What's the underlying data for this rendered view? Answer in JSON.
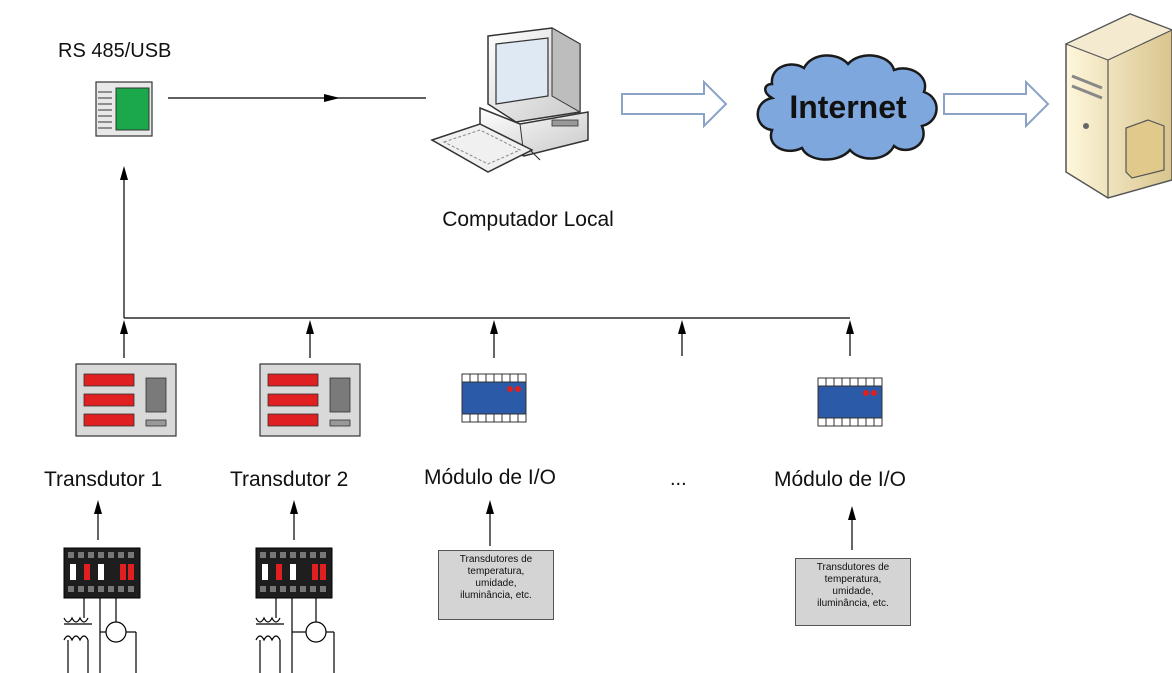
{
  "labels": {
    "converter": "RS 485/USB",
    "computer": "Computador Local",
    "internet": "Internet",
    "transducer1": "Transdutor 1",
    "transducer2": "Transdutor 2",
    "io_module_1": "Módulo de I/O",
    "ellipsis": "...",
    "io_module_2": "Módulo de I/O"
  },
  "sensor_boxes": [
    "Transdutores de\ntemperatura,\numidade,\niluminância, etc.",
    "Transdutores de\ntemperatura,\numidade,\niluminância, etc."
  ],
  "colors": {
    "converter_screen": "#1aa84a",
    "cloud_fill": "#7ea7de",
    "module_blue": "#2a5aa8",
    "led_red": "#e02020",
    "panel_gray": "#d9d9d9",
    "arrow_outline": "#8aa3c7"
  }
}
